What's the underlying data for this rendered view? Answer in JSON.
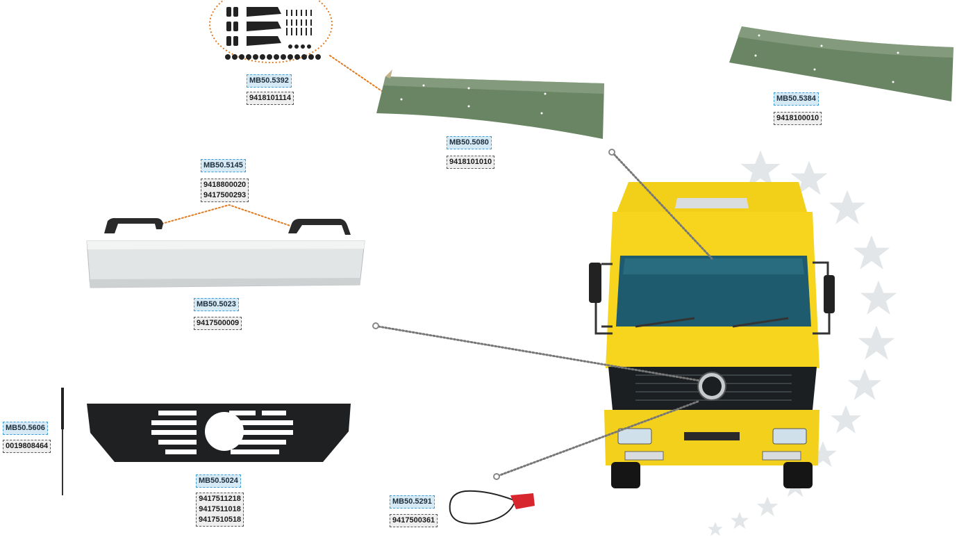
{
  "parts": {
    "kit": {
      "code": "MB50.5392",
      "oem": [
        "9418101114"
      ]
    },
    "visor_center": {
      "code": "MB50.5080",
      "oem": [
        "9418101010"
      ]
    },
    "visor_right": {
      "code": "MB50.5384",
      "oem": [
        "9418100010"
      ]
    },
    "handles": {
      "code": "MB50.5145",
      "oem": [
        "9418800020",
        "9417500293"
      ]
    },
    "panel": {
      "code": "MB50.5023",
      "oem": [
        "9417500009"
      ]
    },
    "gas_spring": {
      "code": "MB50.5606",
      "oem": [
        "0019808464"
      ]
    },
    "grille": {
      "code": "MB50.5024",
      "oem": [
        "9417511218",
        "9417511018",
        "9417510518"
      ]
    },
    "cable": {
      "code": "MB50.5291",
      "oem": [
        "9417500361"
      ]
    }
  },
  "colors": {
    "code_blue_border": "#3a9bd5",
    "code_blue_fill": "#d6eaf5",
    "leader_orange": "#e07a1f",
    "leader_gray": "#777777",
    "truck_yellow": "#f7d51e",
    "visor_green": "#5f7a5a"
  }
}
